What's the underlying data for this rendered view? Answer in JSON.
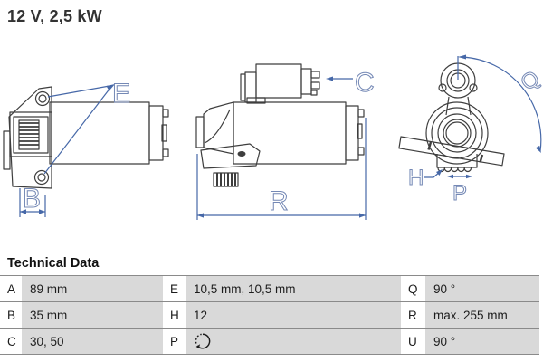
{
  "title": "12 V, 2,5 kW",
  "drawing": {
    "line_color": "#3e3e3e",
    "dimension_color": "#4668a8",
    "labels": {
      "E": "E",
      "B": "B",
      "C": "C",
      "R": "R",
      "Q": "Q",
      "H": "H",
      "P": "P"
    }
  },
  "table": {
    "heading": "Technical Data",
    "rows": [
      {
        "cells": [
          {
            "key": "A",
            "value": "89 mm"
          },
          {
            "key": "E",
            "value": "10,5 mm, 10,5 mm"
          },
          {
            "key": "Q",
            "value": "90 °"
          }
        ]
      },
      {
        "cells": [
          {
            "key": "B",
            "value": "35 mm"
          },
          {
            "key": "H",
            "value": "12"
          },
          {
            "key": "R",
            "value": "max. 255 mm"
          }
        ]
      },
      {
        "cells": [
          {
            "key": "C",
            "value": "30, 50"
          },
          {
            "key": "P",
            "value": "",
            "icon": "rotation-direction"
          },
          {
            "key": "U",
            "value": "90 °"
          }
        ]
      }
    ]
  }
}
